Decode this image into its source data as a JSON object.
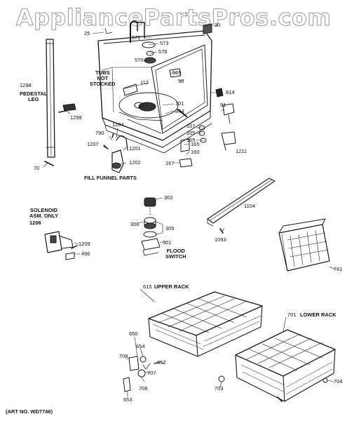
{
  "watermark": "AppliancePartsPros.com",
  "art_number": "(ART NO. WD7746)",
  "section_labels": {
    "tubs_not_stocked": [
      "TUBS",
      "NOT",
      "STOCKED"
    ],
    "pedestal_leg": [
      "PEDESTAL",
      "LEG"
    ],
    "fill_funnel_parts": "FILL FUNNEL PARTS",
    "solenoid": [
      "SOLENOID",
      "ASM. ONLY"
    ],
    "flood_switch": [
      "FLOOD",
      "SWITCH"
    ],
    "upper_rack": "UPPER RACK",
    "lower_rack": "LOWER RACK"
  },
  "part_numbers": {
    "p25": "25",
    "p30": "30",
    "p572": "572",
    "p573": "573",
    "p576": "576",
    "p570": "570",
    "p569": "569",
    "p50": "50",
    "p112": "112",
    "p1298": "1298",
    "p814": "814",
    "p91": "91",
    "p101": "101",
    "p844": "844",
    "p1299": "1299",
    "p1204": "1204",
    "p790": "790",
    "p1207": "1207",
    "p1201": "1201",
    "p1202": "1202",
    "p107": "107",
    "p105a": "105",
    "p105b": "105",
    "p165": "165",
    "p160": "160",
    "p167": "167",
    "p1211": "1211",
    "p70": "70",
    "p302": "302",
    "p1104": "1104",
    "p1206": "1206",
    "p306": "306",
    "p305": "305",
    "p301": "301",
    "p1093": "1093",
    "p1209": "1209",
    "p496": "496",
    "p781": "781",
    "p615": "615",
    "p701": "701",
    "p650": "650",
    "p654": "654",
    "p708": "708",
    "p652": "652",
    "p707": "707",
    "p706": "706",
    "p653": "653",
    "p703": "703",
    "p704": "704"
  }
}
